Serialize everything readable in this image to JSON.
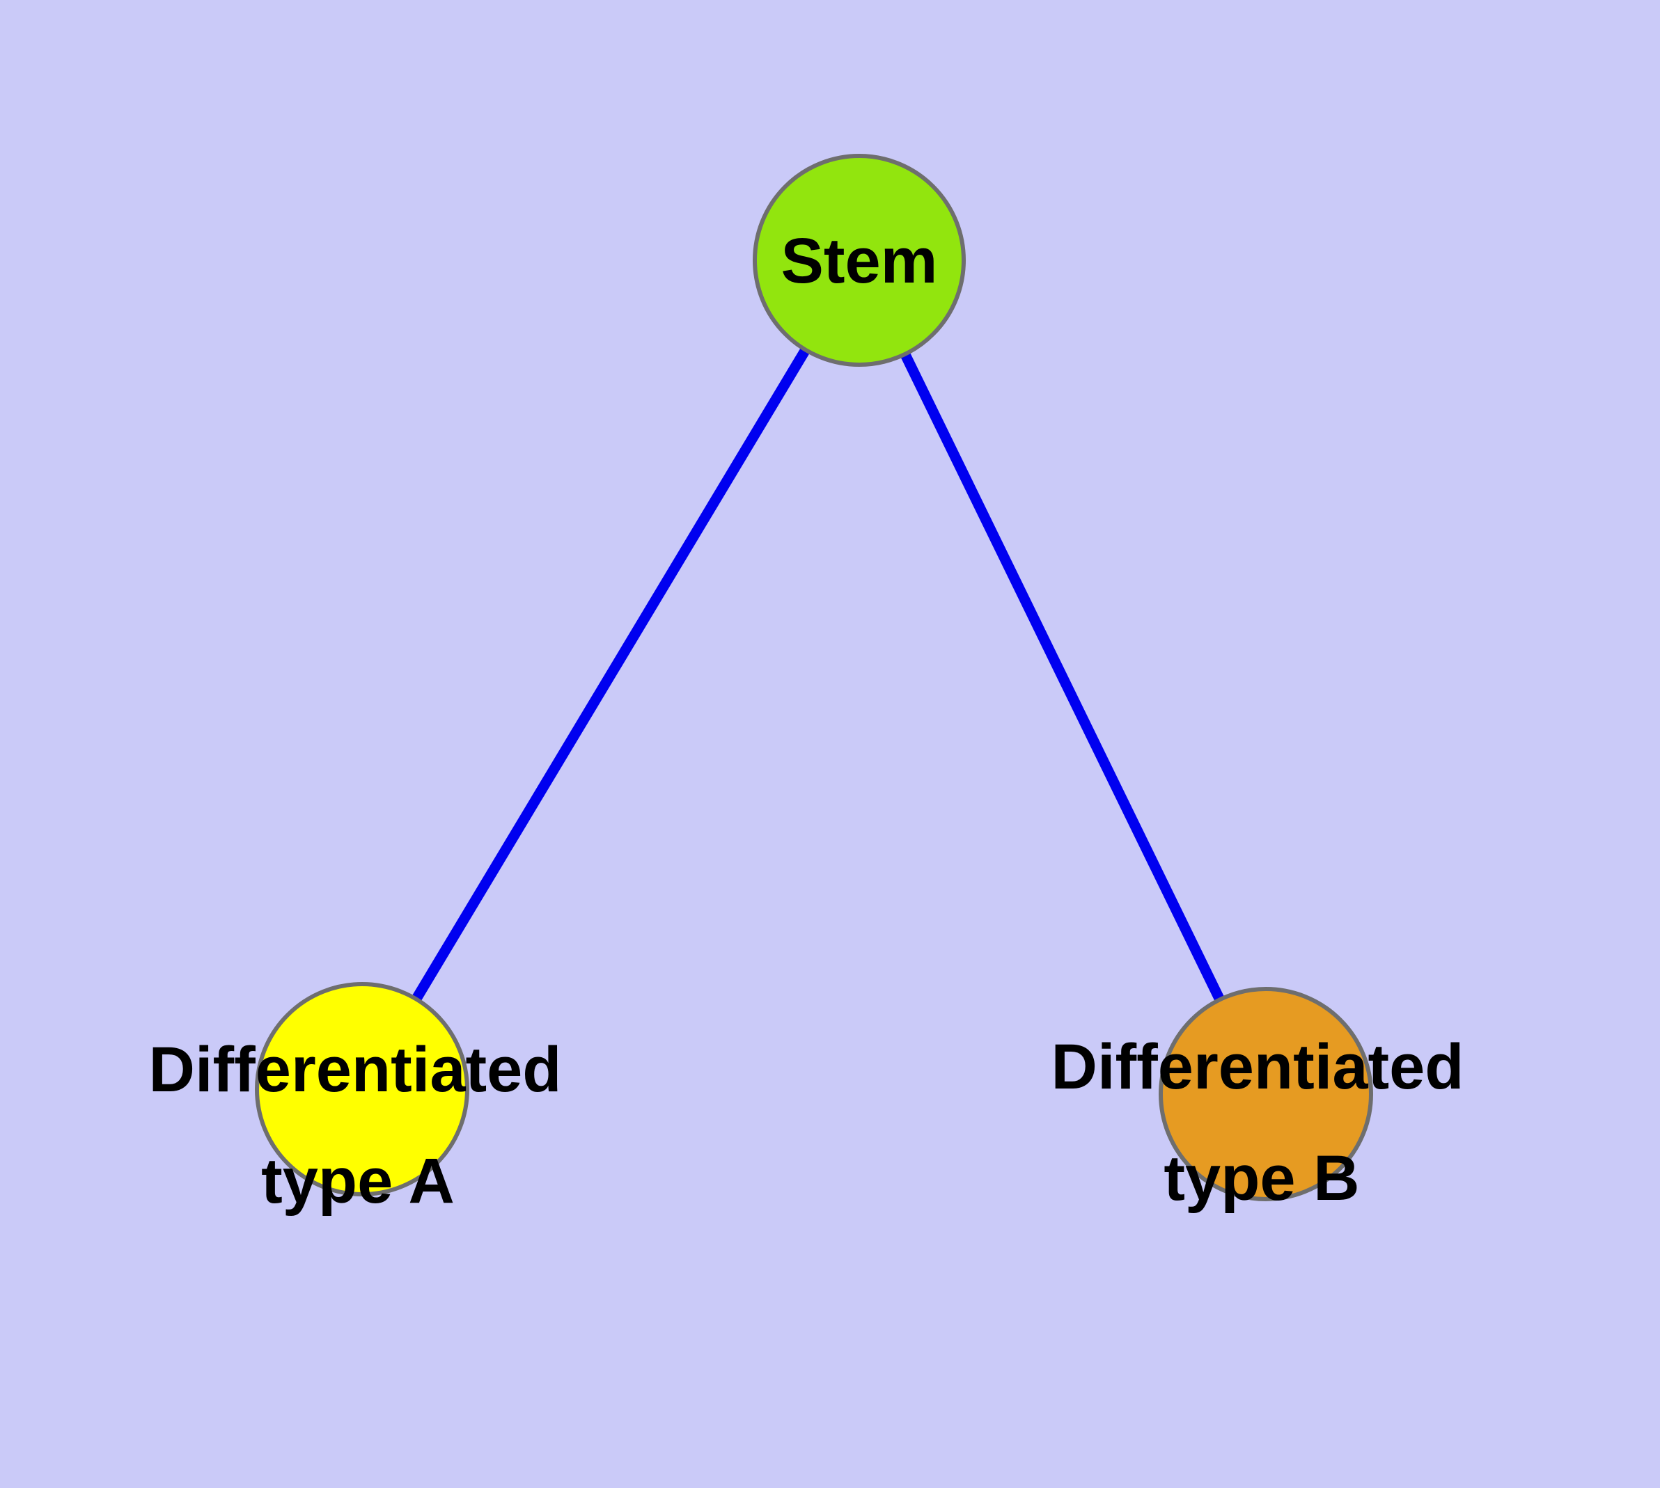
{
  "canvas": {
    "background": "#CACAF8"
  },
  "style": {
    "edge_color": "#0000F0",
    "node_border_color": "#6E6E6E",
    "label_color": "#000000"
  },
  "nodes": [
    {
      "id": "stem",
      "label": "Stem",
      "label_lines": [
        "Stem"
      ],
      "fill": "#92E50E"
    },
    {
      "id": "type-a",
      "label": "Differentiated type A",
      "label_lines": [
        "Differentiated",
        "type A"
      ],
      "fill": "#FFFF00"
    },
    {
      "id": "type-b",
      "label": "Differentiated type B",
      "label_lines": [
        "Differentiated",
        "type B"
      ],
      "fill": "#E69B22"
    }
  ],
  "edges": [
    {
      "source": "Stem",
      "target": "Differentiated type A"
    },
    {
      "source": "Stem",
      "target": "Differentiated type B"
    }
  ]
}
